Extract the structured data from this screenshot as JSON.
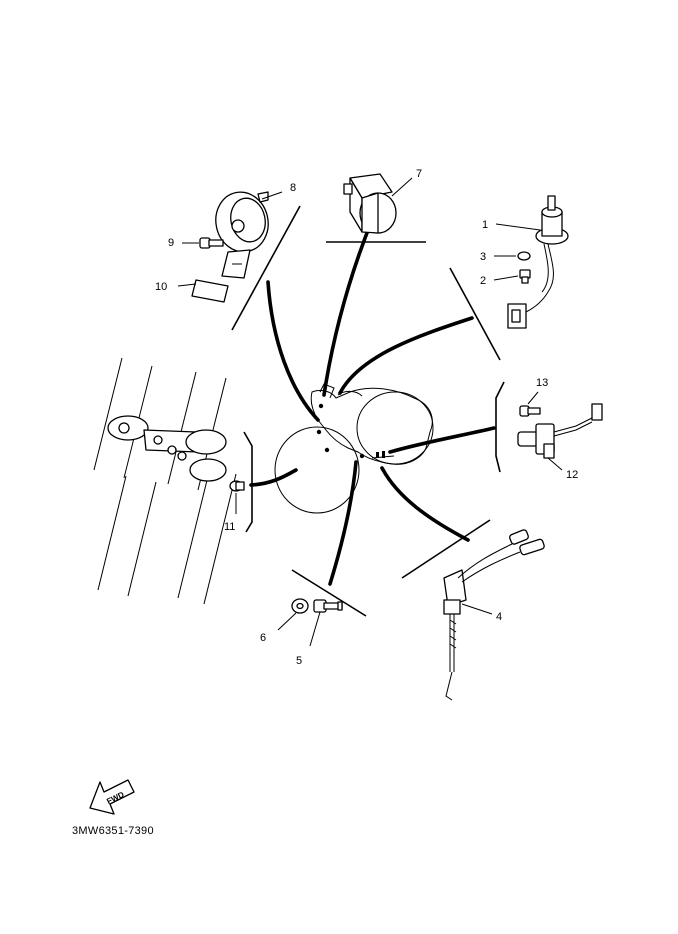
{
  "callouts": {
    "c1": "1",
    "c2": "2",
    "c3": "3",
    "c4": "4",
    "c5": "5",
    "c6": "6",
    "c7": "7",
    "c8": "8",
    "c9": "9",
    "c10": "10",
    "c11": "11",
    "c12": "12",
    "c13": "13"
  },
  "fwd_label": "FWD",
  "diagram_code": "3MW6351-7390"
}
